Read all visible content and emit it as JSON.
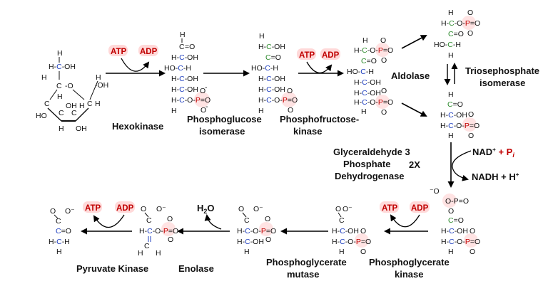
{
  "colors": {
    "carbon_backbone": "#1f3fbf",
    "carbonyl_carbon": "#2e8b2e",
    "phosphate": "#c00000",
    "badge_text": "#c00000",
    "badge_background": "#ffd9d9",
    "arrow": "#000000"
  },
  "cofactors": {
    "atp": "ATP",
    "adp": "ADP",
    "water": "H₂O",
    "nad_plus": "NAD⁺ + Pᵢ",
    "nadh": "NADH + H⁺",
    "multiplier": "2X"
  },
  "enzymes": {
    "hexokinase": "Hexokinase",
    "phosphoglucose_isomerase": [
      "Phosphoglucose",
      "isomerase"
    ],
    "phosphofructokinase": [
      "Phosphofructose-",
      "kinase"
    ],
    "aldolase": "Aldolase",
    "triosephosphate_isomerase": [
      "Triosephosphate",
      "isomerase"
    ],
    "g3p_dehydrogenase": [
      "Glyceraldehyde 3",
      "Phosphate",
      "Dehydrogenase"
    ],
    "phosphoglycerate_kinase": [
      "Phosphoglycerate",
      "kinase"
    ],
    "phosphoglycerate_mutase": [
      "Phosphoglycerate",
      "mutase"
    ],
    "enolase": "Enolase",
    "pyruvate_kinase": "Pyruvate Kinase"
  }
}
